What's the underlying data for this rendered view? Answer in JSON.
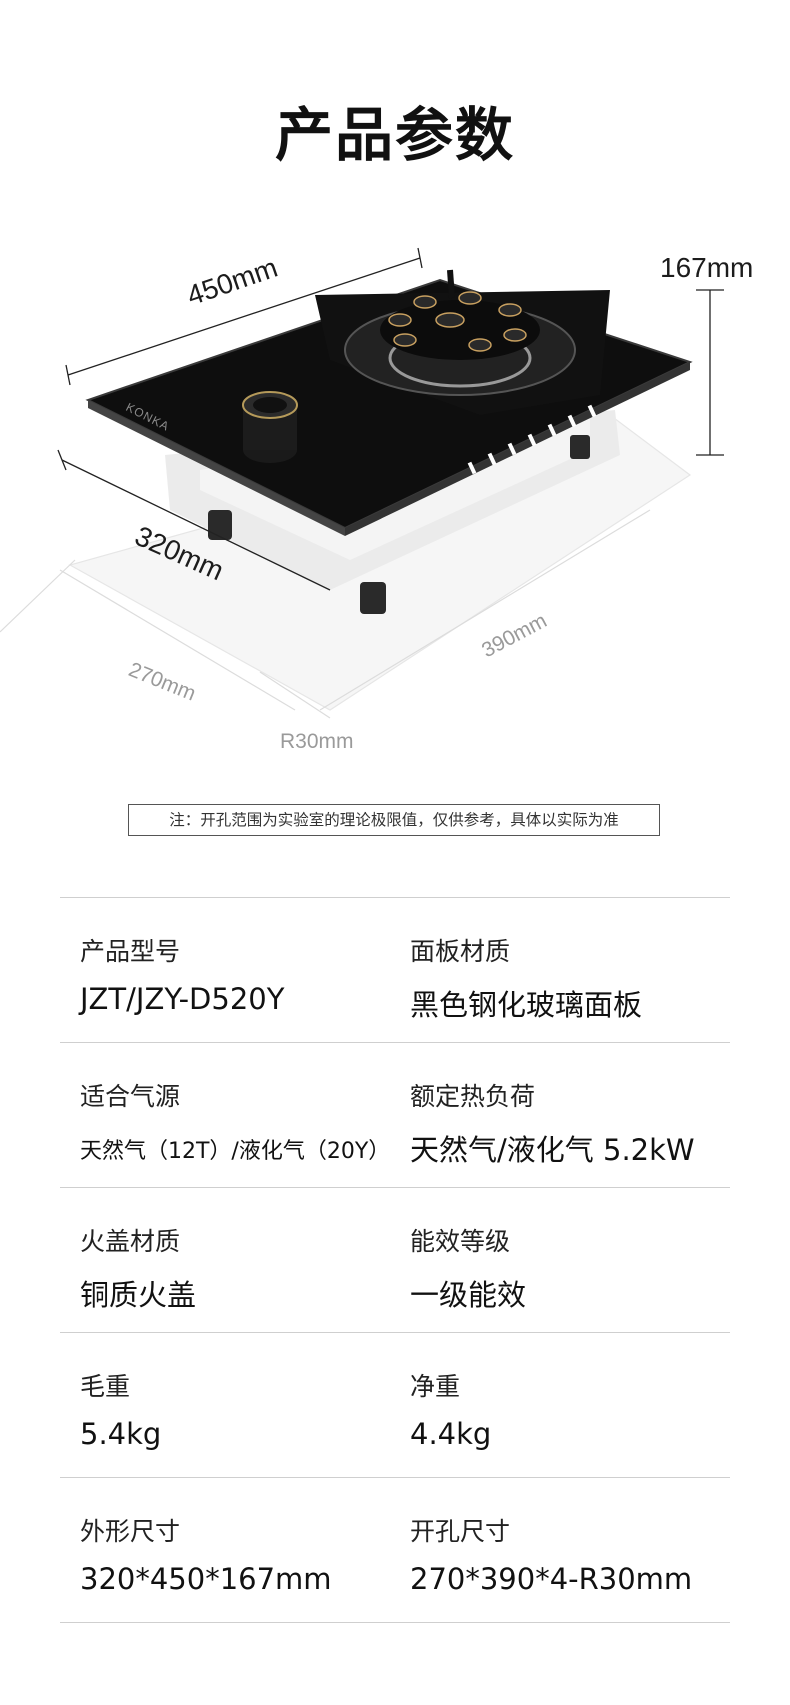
{
  "title": "产品参数",
  "dimensions": {
    "width": "450mm",
    "height": "167mm",
    "depth": "320mm",
    "cutout_depth": "270mm",
    "cutout_width": "390mm",
    "corner_radius": "R30mm"
  },
  "brand_mark": "KONKA",
  "note": "注：开孔范围为实验室的理论极限值，仅供参考，具体以实际为准",
  "specs": [
    {
      "left": {
        "label": "产品型号",
        "value": "JZT/JZY-D520Y"
      },
      "right": {
        "label": "面板材质",
        "value": "黑色钢化玻璃面板"
      }
    },
    {
      "left": {
        "label": "适合气源",
        "value": "天然气（12T）/液化气（20Y）"
      },
      "right": {
        "label": "额定热负荷",
        "value": "天然气/液化气 5.2kW"
      }
    },
    {
      "left": {
        "label": "火盖材质",
        "value": "铜质火盖"
      },
      "right": {
        "label": "能效等级",
        "value": "一级能效"
      }
    },
    {
      "left": {
        "label": "毛重",
        "value": "5.4kg"
      },
      "right": {
        "label": "净重",
        "value": "4.4kg"
      }
    },
    {
      "left": {
        "label": "外形尺寸",
        "value": "320*450*167mm"
      },
      "right": {
        "label": "开孔尺寸",
        "value": "270*390*4-R30mm"
      }
    }
  ]
}
